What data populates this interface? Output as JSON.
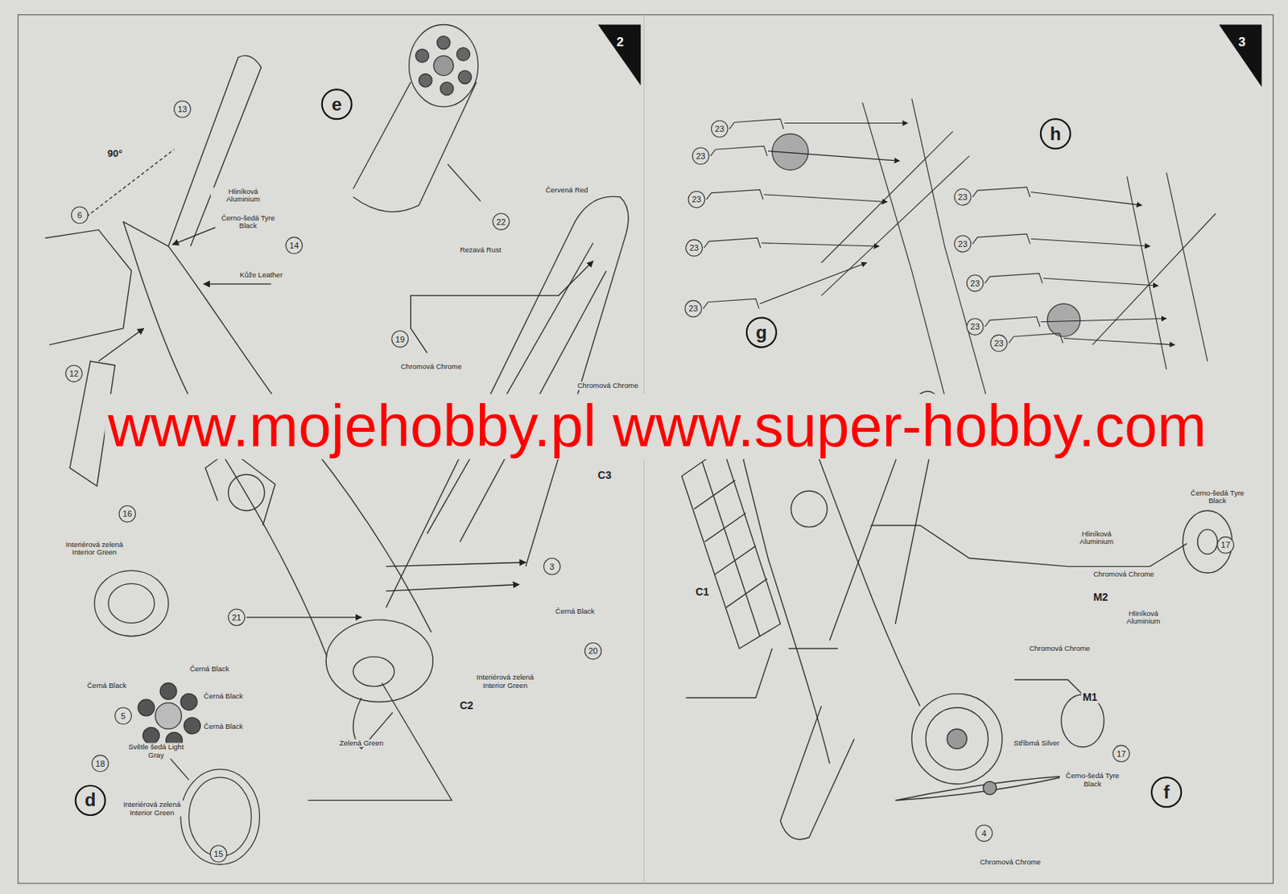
{
  "diagram": {
    "labels": [
      "2",
      "e",
      "13",
      "6",
      "90°",
      "Hliníková Aluminium",
      "Černo-šedá Tyre Black",
      "14",
      "Kůže Leather",
      "22",
      "Rezavá Rust",
      "Červená Red",
      "19",
      "Chromová Chrome",
      "12",
      "Chromová Chrome",
      "C3",
      "16",
      "Interiérová zelená Interior Green",
      "3",
      "21",
      "Černá Black",
      "20",
      "Interiérová zelená Interior Green",
      "C2",
      "Černá Black",
      "Černá Black",
      "Černá Black",
      "Černá Black",
      "5",
      "Světle šedá Light Gray",
      "18",
      "Zelená Green",
      "Interiérová zelená Interior Green",
      "15",
      "d",
      "www.mojehobby.pl www.super-hobby.com",
      "3",
      "h",
      "23",
      "23",
      "23",
      "23",
      "23",
      "g",
      "23",
      "23",
      "23",
      "23",
      "23",
      "Hliníková Aluminium",
      "Chromová Chrome",
      "M2",
      "Hliníková Aluminium",
      "Černo-šedá Tyre Black",
      "17",
      "C1",
      "Chromová Chrome",
      "M1",
      "Stříbrná Silver",
      "17",
      "Černo-šedá Tyre Black",
      "f",
      "4",
      "Chromová Chrome"
    ]
  }
}
